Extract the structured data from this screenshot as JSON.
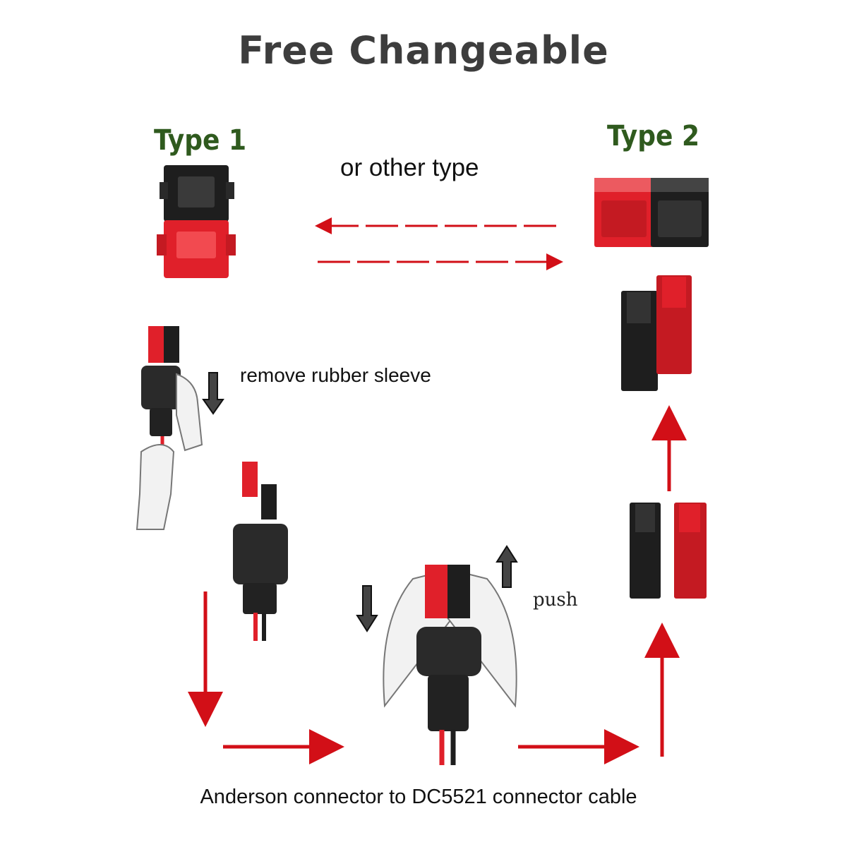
{
  "title": "Free Changeable",
  "type1_label": "Type 1",
  "type2_label": "Type 2",
  "or_text": "or  other type",
  "remove_text": "remove rubber sleeve",
  "push_text": "push",
  "caption": "Anderson connector to DC5521 connector cable",
  "colors": {
    "arrow": "#d20f17",
    "connector_red": "#e0202a",
    "connector_black": "#1e1e1e",
    "type_label": "#2f5a1e"
  }
}
